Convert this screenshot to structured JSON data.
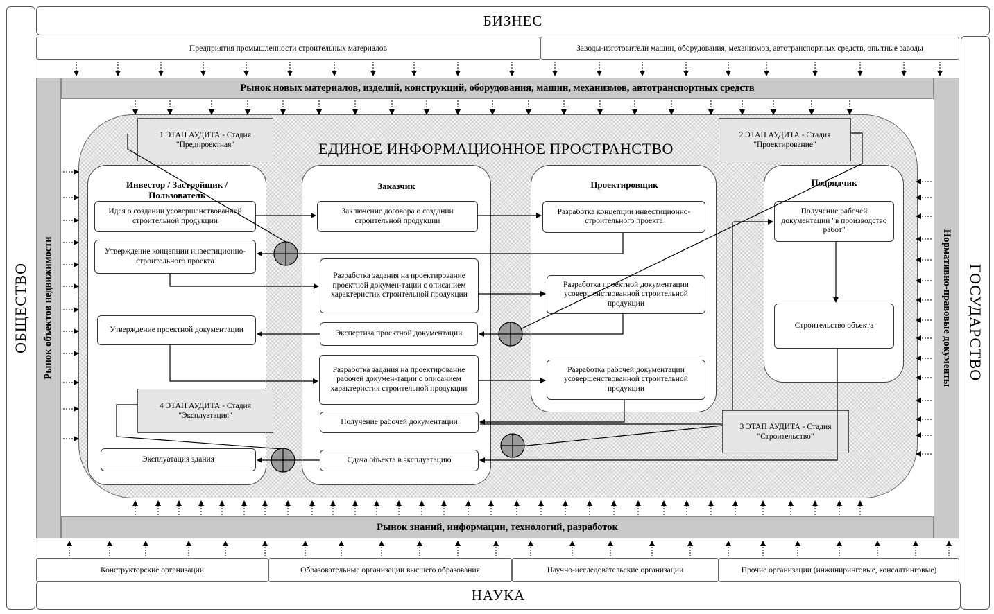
{
  "frame": {
    "top_title": "БИЗНЕС",
    "bottom_title": "НАУКА",
    "left_title": "ОБЩЕСТВО",
    "right_title": "ГОСУДАРСТВО"
  },
  "top_orgs": [
    "Предприятия промышленности строительных материалов",
    "Заводы-изготовители машин, оборудования, механизмов, автотранспортных средств, опытные заводы"
  ],
  "bottom_orgs": [
    "Конструкторские организации",
    "Образовательные организации высшего образования",
    "Научно-исследовательские организации",
    "Прочие организации (инжиниринговые,  консалтинговые)"
  ],
  "markets": {
    "top": "Рынок новых материалов, изделий, конструкций, оборудования, машин, механизмов, автотранспортных средств",
    "bottom": "Рынок знаний, информации, технологий, разработок",
    "left": "Рынок объектов недвижимости",
    "right": "Нормативно-правовые документы"
  },
  "space_title": "ЕДИНОЕ ИНФОРМАЦИОННОЕ ПРОСТРАНСТВО",
  "stages": {
    "s1": "1 ЭТАП АУДИТА - Стадия \"Предпроектная\"",
    "s2": "2 ЭТАП АУДИТА - Стадия \"Проектирование\"",
    "s3": "3 ЭТАП АУДИТА - Стадия \"Строительство\"",
    "s4": "4 ЭТАП АУДИТА - Стадия \"Эксплуатация\""
  },
  "lanes": {
    "investor": "Инвестор / Застройщик / Пользователь",
    "customer": "Заказчик",
    "designer": "Проектировщик",
    "contractor": "Подрядчик"
  },
  "boxes": {
    "inv1": "Идея о создании усовершенствованной строительной продукции",
    "inv2": "Утверждение концепции инвестиционно-строительного  проекта",
    "inv3": "Утверждение проектной документации",
    "inv4": "Эксплуатация здания",
    "cus1": "Заключение договора о создании строительной продукции",
    "cus2": "Разработка задания на проектирование проектной докумен-тации с описанием характеристик строительной продукции",
    "cus3": "Экспертиза проектной документации",
    "cus4": "Разработка задания на проектирование рабочей докумен-тации с описанием характеристик строительной продукции",
    "cus5": "Получение рабочей документации",
    "cus6": "Сдача объекта в эксплуатацию",
    "des1": "Разработка концепции инвестиционно-строительного проекта",
    "des2": "Разработка проектной документации усовершенствованной строительной продукции",
    "des3": "Разработка рабочей документации усовершенствованной строительной продукции",
    "con1": "Получение рабочей документации   \"в производство работ\"",
    "con2": "Строительство объекта"
  }
}
